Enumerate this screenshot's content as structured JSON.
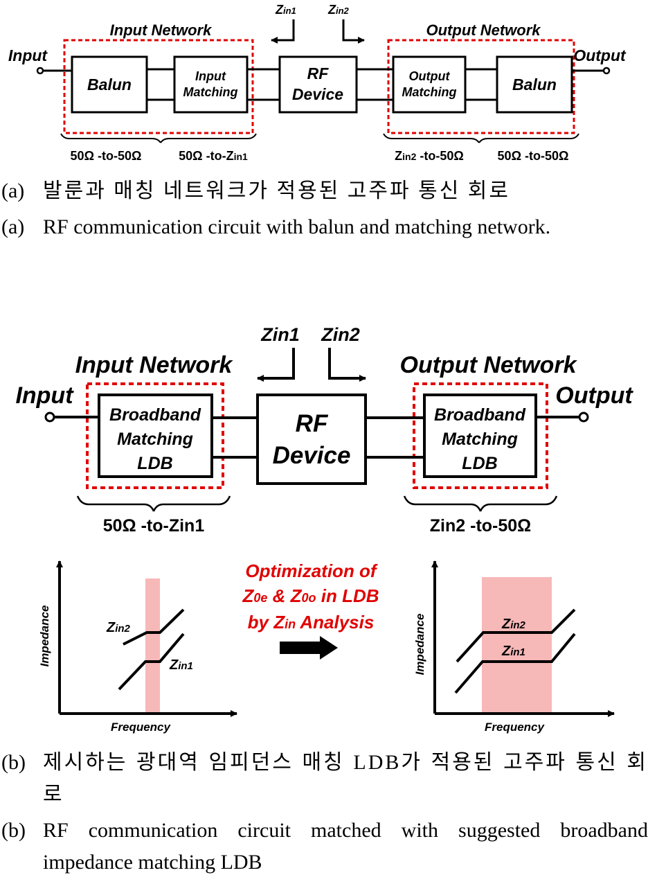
{
  "fig_a": {
    "input_network": "Input Network",
    "output_network": "Output Network",
    "input": "Input",
    "output": "Output",
    "zin1_z": "Z",
    "zin1_sub": "in1",
    "zin2_z": "Z",
    "zin2_sub": "in2",
    "balun_in": "Balun",
    "input_matching_1": "Input",
    "input_matching_2": "Matching",
    "rf_device_1": "RF",
    "rf_device_2": "Device",
    "output_matching_1": "Output",
    "output_matching_2": "Matching",
    "balun_out": "Balun",
    "brace1": "50Ω -to-50Ω",
    "brace2_a": "50Ω -to-Z",
    "brace2_sub": "in1",
    "brace3_a": "Z",
    "brace3_sub": "in2",
    "brace3_b": " -to-50Ω",
    "brace4": "50Ω -to-50Ω",
    "caption_num_ko": "(a)",
    "caption_ko": "발룬과 매칭 네트워크가 적용된 고주파 통신 회로",
    "caption_num_en": "(a)",
    "caption_en": "RF communication circuit with balun and matching network."
  },
  "fig_b": {
    "input_network": "Input Network",
    "output_network": "Output Network",
    "input": "Input",
    "output": "Output",
    "zin1": "Zin1",
    "zin2": "Zin2",
    "ldb_in_1": "Broadband",
    "ldb_in_2": "Matching",
    "ldb_in_3": "LDB",
    "rf_device_1": "RF",
    "rf_device_2": "Device",
    "ldb_out_1": "Broadband",
    "ldb_out_2": "Matching",
    "ldb_out_3": "LDB",
    "brace_in": "50Ω -to-Zin1",
    "brace_out": "Zin2 -to-50Ω",
    "opt_1": "Optimization of",
    "opt_2_z0e": "Z",
    "opt_2_z0e_sub": "0e",
    "opt_2_mid": " & Z",
    "opt_2_z0o_sub": "0o",
    "opt_2_end": " in LDB",
    "opt_3_a": "by Z",
    "opt_3_sub": "in",
    "opt_3_b": " Analysis",
    "graph_left": {
      "ylabel": "Impedance",
      "xlabel": "Frequency",
      "zin2_z": "Z",
      "zin2_sub": "in2",
      "zin1_z": "Z",
      "zin1_sub": "in1"
    },
    "graph_right": {
      "ylabel": "Impedance",
      "xlabel": "Frequency",
      "zin2_z": "Z",
      "zin2_sub": "in2",
      "zin1_z": "Z",
      "zin1_sub": "in1"
    },
    "caption_num_ko": "(b)",
    "caption_ko": "제시하는 광대역 임피던스 매칭 LDB가 적용된 고주파 통신 회로",
    "caption_num_en": "(b)",
    "caption_en": "RF communication circuit matched with suggested broadband impedance matching LDB"
  },
  "colors": {
    "dashed_border": "#e00000",
    "band_fill": "#f7b8b8",
    "optimization_text": "#e00000"
  }
}
